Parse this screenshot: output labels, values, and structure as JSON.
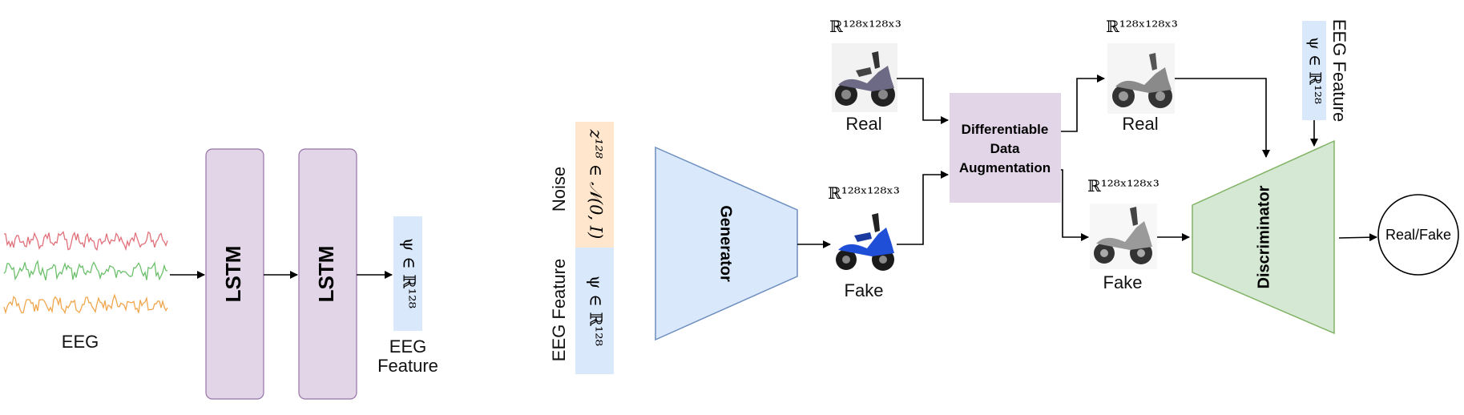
{
  "left": {
    "eeg_label": "EEG",
    "lstm1": "LSTM",
    "lstm2": "LSTM",
    "feature_math": "ψ ∈ ℝ¹²⁸",
    "feature_label_line1": "EEG",
    "feature_label_line2": "Feature",
    "colors": {
      "lstm_fill": "#e1d5e7",
      "lstm_stroke": "#9673a6",
      "feature_fill": "#dae8fc",
      "eeg_red": "#e0707a",
      "eeg_green": "#6cc06c",
      "eeg_orange": "#f0a64c"
    }
  },
  "gan": {
    "noise_label": "Noise",
    "noise_math": "z¹²⁸ ∈ 𝒩(0, I)",
    "eeg_feature_label": "EEG Feature",
    "eeg_feature_math": "ψ ∈ ℝ¹²⁸",
    "generator": "Generator",
    "real_top_dim": "ℝ¹²⁸ˣ¹²⁸ˣ³",
    "real_top_label": "Real",
    "fake_left_dim": "ℝ¹²⁸ˣ¹²⁸ˣ³",
    "fake_left_label": "Fake",
    "dda_line1": "Differentiable",
    "dda_line2": "Data",
    "dda_line3": "Augmentation",
    "real_aug_dim": "ℝ¹²⁸ˣ¹²⁸ˣ³",
    "real_aug_label": "Real",
    "fake_aug_dim": "ℝ¹²⁸ˣ¹²⁸ˣ³",
    "fake_aug_label": "Fake",
    "disc_feature_label": "EEG Feature",
    "disc_feature_math": "ψ ∈ ℝ¹²⁸",
    "discriminator": "Discriminator",
    "output": "Real/Fake",
    "colors": {
      "noise_fill": "#ffe6cc",
      "feature_fill": "#dae8fc",
      "gen_fill": "#dae8fc",
      "gen_stroke": "#6c8ebf",
      "dda_fill": "#e1d5e7",
      "disc_fill": "#d5e8d4",
      "disc_stroke": "#82b366"
    }
  }
}
